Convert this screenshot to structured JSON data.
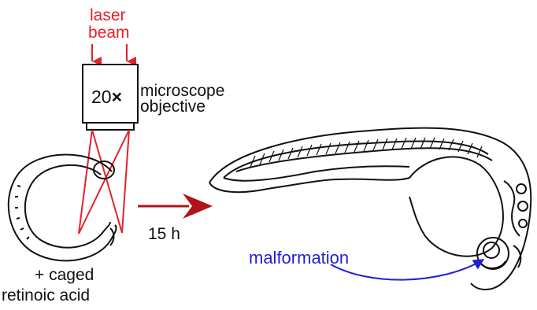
{
  "labels": {
    "laser_line1": "laser",
    "laser_line2": "beam",
    "objective_mag": "20",
    "objective_times": "×",
    "microscope_line1": "microscope",
    "microscope_line2": "objective",
    "time": "15 h",
    "caged_line1": "+ caged",
    "caged_line2": "retinoic acid",
    "malformation": "malformation"
  },
  "colors": {
    "laser": "#e8202a",
    "arrow": "#b01418",
    "malformation": "#1f1fd6",
    "outline": "#111111"
  },
  "icons": {
    "laser_arrow": "down-arrow",
    "process_arrow": "right-arrow"
  }
}
